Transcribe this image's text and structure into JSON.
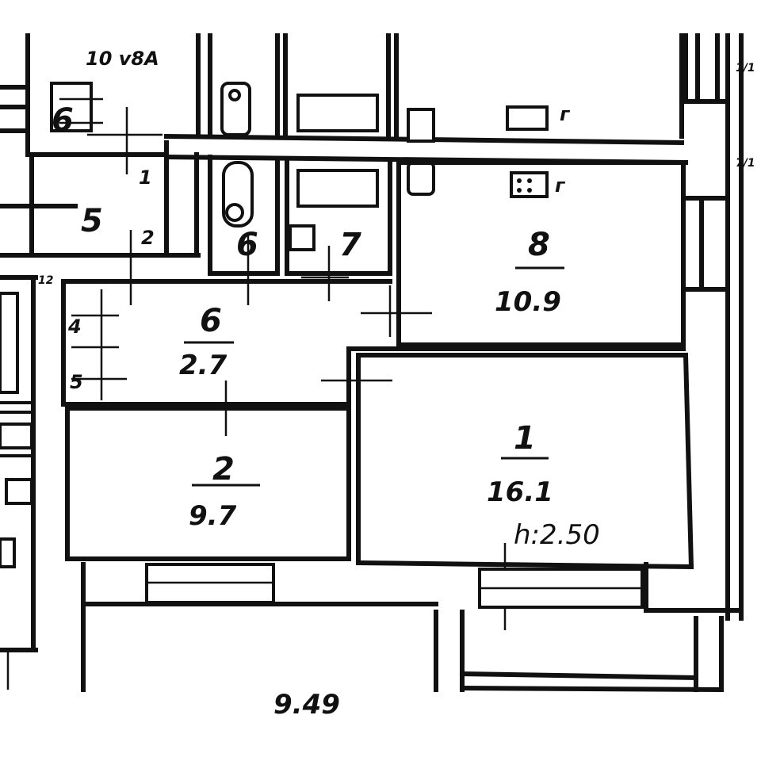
{
  "plan": {
    "header_note": "10 v8A",
    "corner_label_12": "12",
    "edge_label_top": "1/1",
    "edge_label_mid": "7/1",
    "ceiling_height": "h:2.50",
    "bottom_dimension": "9.49"
  },
  "rooms": [
    {
      "number": "1",
      "area": "16.1"
    },
    {
      "number": "2",
      "area": "9.7"
    },
    {
      "number": "6",
      "area": "2.7"
    },
    {
      "number": "8",
      "area": "10.9"
    },
    {
      "number": "6"
    },
    {
      "number": "7"
    }
  ],
  "neighbor_rooms": [
    {
      "number": "5"
    },
    {
      "number": "2"
    },
    {
      "number": "1"
    },
    {
      "number": "6"
    },
    {
      "number": "4"
    },
    {
      "number": "5"
    }
  ],
  "stove_marks": [
    "г",
    "г"
  ]
}
